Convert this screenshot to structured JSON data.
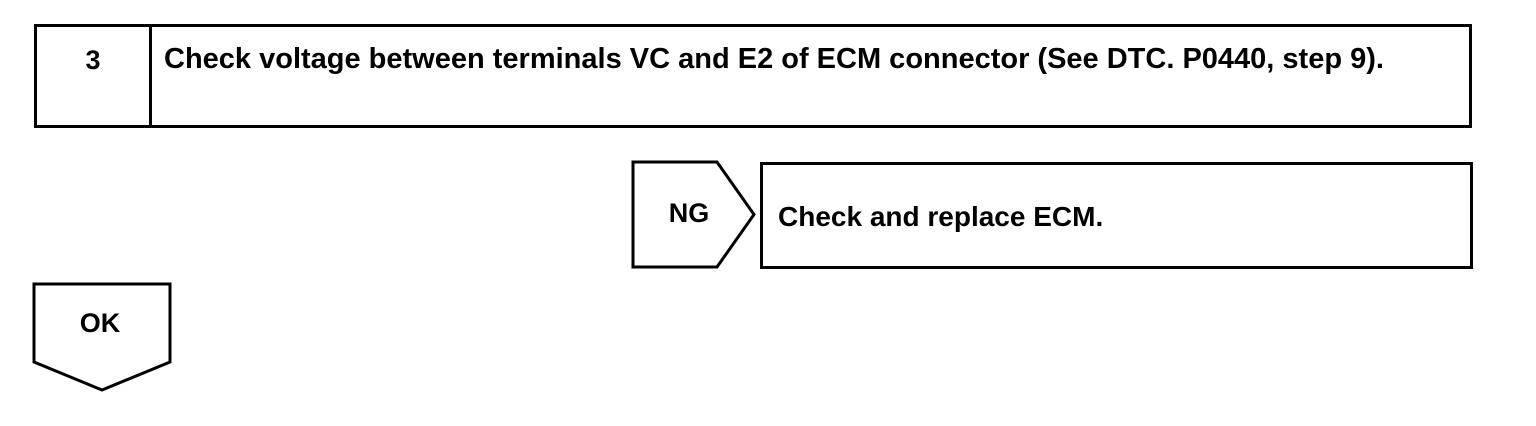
{
  "step": {
    "number": "3",
    "text": "Check voltage between terminals VC and E2 of ECM connector (See DTC. P0440, step 9)."
  },
  "ng_branch": {
    "label": "NG",
    "action": "Check and replace ECM."
  },
  "ok_branch": {
    "label": "OK"
  }
}
